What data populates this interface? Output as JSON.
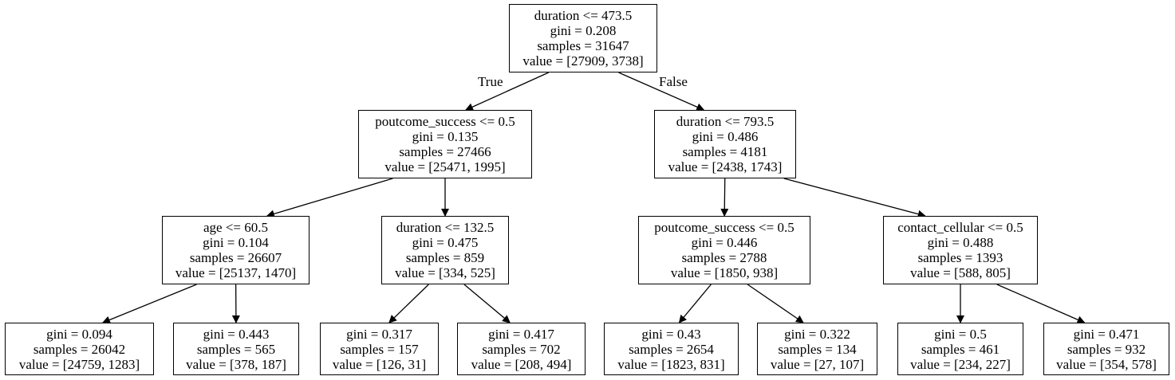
{
  "tree": {
    "nodes": [
      {
        "id": "n0",
        "lines": [
          "duration <= 473.5",
          "gini = 0.208",
          "samples = 31647",
          "value = [27909, 3738]"
        ]
      },
      {
        "id": "n1",
        "lines": [
          "poutcome_success <= 0.5",
          "gini = 0.135",
          "samples = 27466",
          "value = [25471, 1995]"
        ]
      },
      {
        "id": "n2",
        "lines": [
          "duration <= 793.5",
          "gini = 0.486",
          "samples = 4181",
          "value = [2438, 1743]"
        ]
      },
      {
        "id": "n3",
        "lines": [
          "age <= 60.5",
          "gini = 0.104",
          "samples = 26607",
          "value = [25137, 1470]"
        ]
      },
      {
        "id": "n4",
        "lines": [
          "duration <= 132.5",
          "gini = 0.475",
          "samples = 859",
          "value = [334, 525]"
        ]
      },
      {
        "id": "n5",
        "lines": [
          "poutcome_success <= 0.5",
          "gini = 0.446",
          "samples = 2788",
          "value = [1850, 938]"
        ]
      },
      {
        "id": "n6",
        "lines": [
          "contact_cellular <= 0.5",
          "gini = 0.488",
          "samples = 1393",
          "value = [588, 805]"
        ]
      },
      {
        "id": "n7",
        "lines": [
          "gini = 0.094",
          "samples = 26042",
          "value = [24759, 1283]"
        ]
      },
      {
        "id": "n8",
        "lines": [
          "gini = 0.443",
          "samples = 565",
          "value = [378, 187]"
        ]
      },
      {
        "id": "n9",
        "lines": [
          "gini = 0.317",
          "samples = 157",
          "value = [126, 31]"
        ]
      },
      {
        "id": "n10",
        "lines": [
          "gini = 0.417",
          "samples = 702",
          "value = [208, 494]"
        ]
      },
      {
        "id": "n11",
        "lines": [
          "gini = 0.43",
          "samples = 2654",
          "value = [1823, 831]"
        ]
      },
      {
        "id": "n12",
        "lines": [
          "gini = 0.322",
          "samples = 134",
          "value = [27, 107]"
        ]
      },
      {
        "id": "n13",
        "lines": [
          "gini = 0.5",
          "samples = 461",
          "value = [234, 227]"
        ]
      },
      {
        "id": "n14",
        "lines": [
          "gini = 0.471",
          "samples = 932",
          "value = [354, 578]"
        ]
      }
    ],
    "edges": [
      {
        "from": "n0",
        "to": "n1",
        "label": "True"
      },
      {
        "from": "n0",
        "to": "n2",
        "label": "False"
      },
      {
        "from": "n1",
        "to": "n3"
      },
      {
        "from": "n1",
        "to": "n4"
      },
      {
        "from": "n2",
        "to": "n5"
      },
      {
        "from": "n2",
        "to": "n6"
      },
      {
        "from": "n3",
        "to": "n7"
      },
      {
        "from": "n3",
        "to": "n8"
      },
      {
        "from": "n4",
        "to": "n9"
      },
      {
        "from": "n4",
        "to": "n10"
      },
      {
        "from": "n5",
        "to": "n11"
      },
      {
        "from": "n5",
        "to": "n12"
      },
      {
        "from": "n6",
        "to": "n13"
      },
      {
        "from": "n6",
        "to": "n14"
      }
    ]
  }
}
